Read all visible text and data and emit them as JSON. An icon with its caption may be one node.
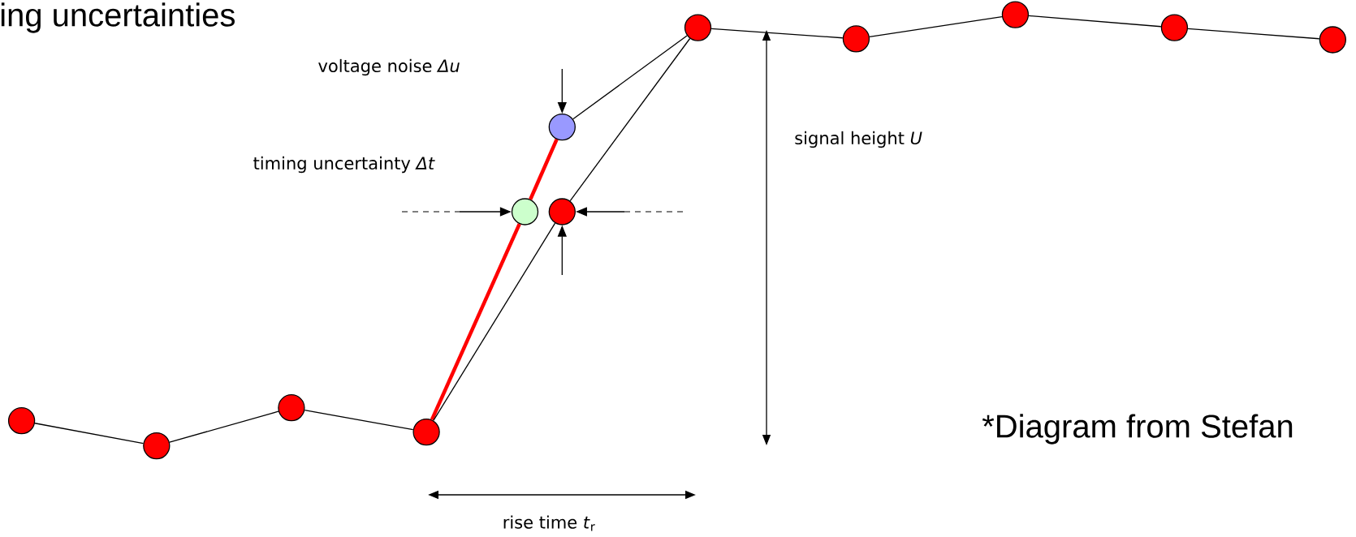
{
  "diagram": {
    "title": "ing uncertainties",
    "caption": "*Diagram from Stefan",
    "nodes": [
      {
        "text": [],
        "shape": "circle"
      },
      {
        "text": [],
        "shape": "circle"
      },
      {
        "text": [],
        "shape": "circle"
      },
      {
        "text": [],
        "shape": "circle"
      },
      {
        "text": [],
        "shape": "circle"
      },
      {
        "text": [],
        "shape": "circle"
      },
      {
        "text": [],
        "shape": "circle"
      },
      {
        "text": [],
        "shape": "circle"
      },
      {
        "text": [],
        "shape": "circle"
      },
      {
        "text": [],
        "shape": "circle"
      },
      {
        "text": [],
        "shape": "circle"
      },
      {
        "text": [],
        "shape": "circle"
      }
    ],
    "edges": [
      {
        "from": 0,
        "to": 1,
        "arrow": "none"
      },
      {
        "from": 1,
        "to": 2,
        "arrow": "none"
      },
      {
        "from": 2,
        "to": 3,
        "arrow": "none"
      },
      {
        "from": 3,
        "to": 4,
        "arrow": "none",
        "style": "thick",
        "color": "#ff0000"
      },
      {
        "from": 4,
        "to": 5,
        "arrow": "none",
        "style": "thick",
        "color": "#ff0000"
      },
      {
        "from": 5,
        "to": 7,
        "arrow": "none"
      },
      {
        "from": 3,
        "to": 6,
        "arrow": "none"
      },
      {
        "from": 6,
        "to": 7,
        "arrow": "none"
      },
      {
        "from": 7,
        "to": 8,
        "arrow": "none"
      },
      {
        "from": 8,
        "to": 9,
        "arrow": "none"
      },
      {
        "from": 9,
        "to": 10,
        "arrow": "none"
      },
      {
        "from": 10,
        "to": 11,
        "arrow": "none"
      },
      {
        "from": null,
        "to": 5,
        "arrow": "to"
      },
      {
        "from": null,
        "to": 4,
        "arrow": "to"
      },
      {
        "from": null,
        "to": 6,
        "arrow": "to"
      },
      {
        "from": null,
        "to": 6,
        "arrow": "to"
      }
    ],
    "labels": [
      "voltage noise *Δu*",
      "signal height *U*",
      "timing uncertainty *Δt*",
      "rise time *t*$_{r}$"
    ]
  }
}
